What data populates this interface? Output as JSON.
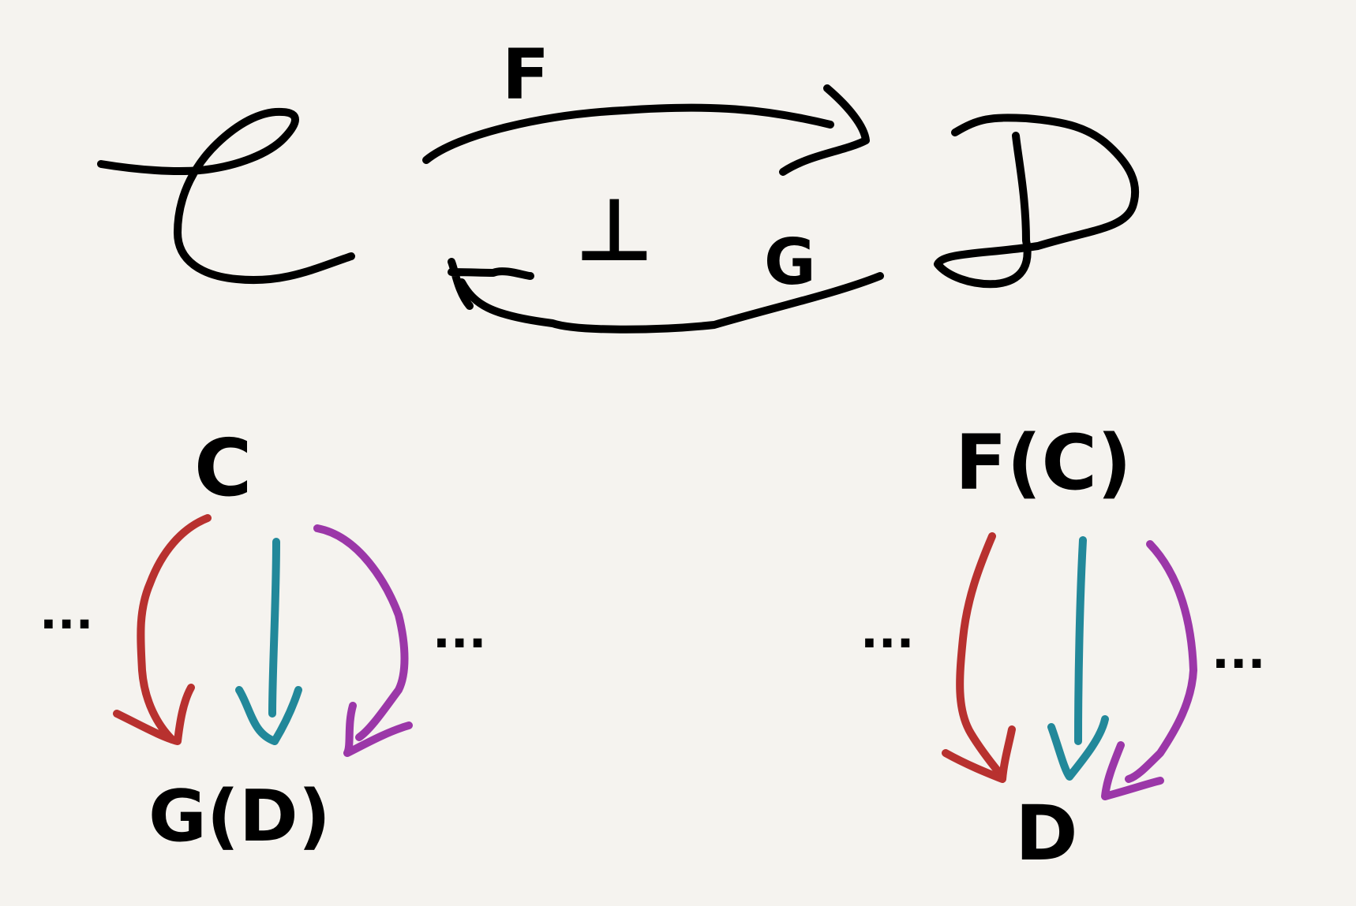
{
  "top": {
    "source_category": "C",
    "target_category": "D",
    "left_adjoint": "F",
    "right_adjoint": "G",
    "adjunction_symbol": "⊥"
  },
  "left_panel": {
    "object_top": "C",
    "object_bottom": "G(D)",
    "dots_left": "···",
    "dots_right": "···"
  },
  "right_panel": {
    "object_top": "F(C)",
    "object_bottom": "D",
    "dots_left": "···",
    "dots_right": "···"
  },
  "colors": {
    "ink": "#000000",
    "red": "#b8312f",
    "teal": "#22889a",
    "purple": "#9b37a8",
    "background": "#f5f3ef"
  }
}
